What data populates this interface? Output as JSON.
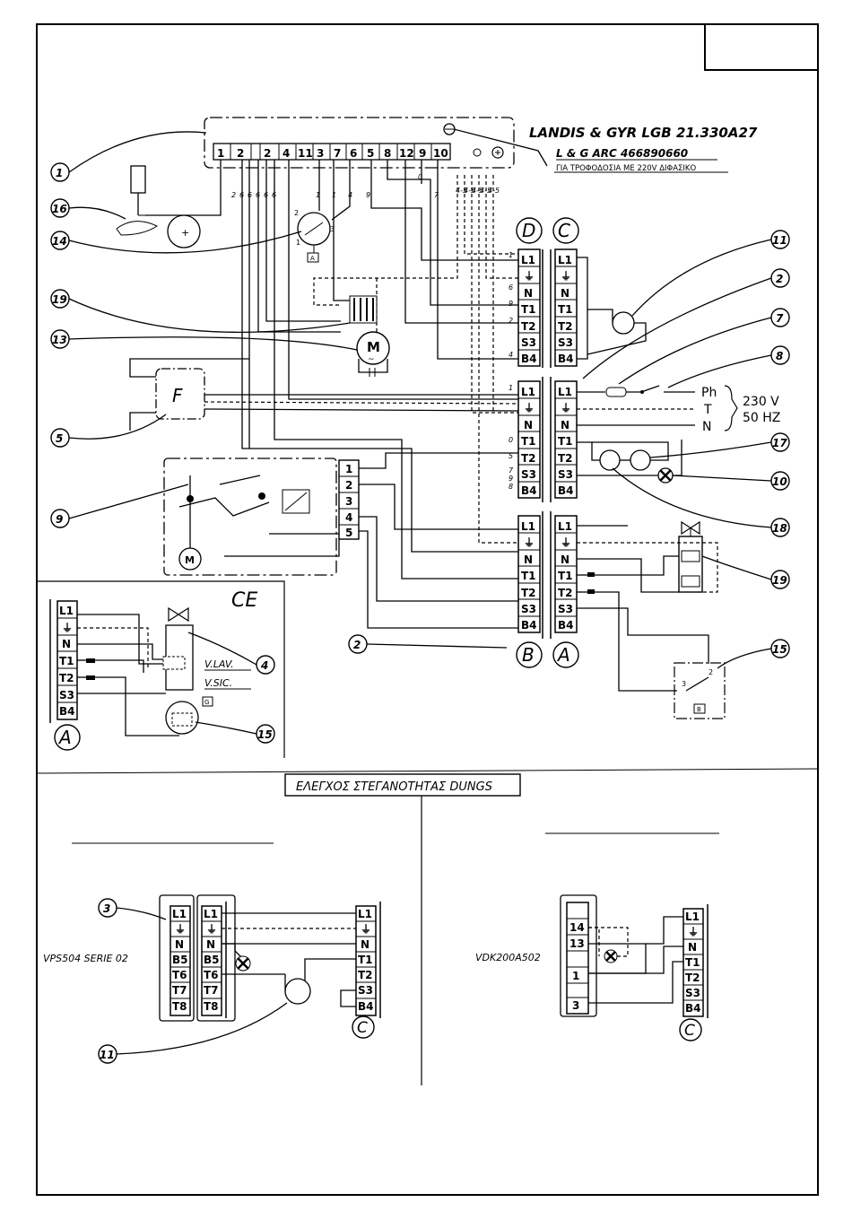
{
  "title_block": {
    "line1": "LANDIS & GYR LGB 21.330A27",
    "line2": "L & G ARC 466890660",
    "line3": "ΓΙΑ ΤΡΟΦΟΔΟΣΙΑ ΜΕ 220V ΔΙΦΑΣΙΚΟ"
  },
  "control_box_terminals": [
    "1",
    "2",
    "2",
    "4",
    "11",
    "3",
    "7",
    "6",
    "5",
    "8",
    "12",
    "9",
    "10"
  ],
  "terminal_rows": [
    "L1",
    "⏚",
    "N",
    "T1",
    "T2",
    "S3",
    "B4"
  ],
  "connector_labels": {
    "A": "A",
    "B": "B",
    "C": "C",
    "D": "D"
  },
  "switch_terminals": [
    "1",
    "2",
    "3",
    "4",
    "5"
  ],
  "power": {
    "ph": "Ph",
    "t": "T",
    "n": "N",
    "voltage": "230 V",
    "freq": "50 HZ"
  },
  "f_label": "F",
  "motor_label": "M",
  "ce_panel": {
    "title": "CE",
    "v_lav": "V.LAV.",
    "v_sic": "V.SIC."
  },
  "dungs_section": {
    "header": "ΕΛΕΓΧΟΣ ΣΤΕΓΑΝΟΤΗΤΑΣ DUNGS",
    "left_label": "VPS504 SERIE 02",
    "right_label": "VDK200A502",
    "vps_rows": [
      "L1",
      "⏚",
      "N",
      "B5",
      "T6",
      "T7",
      "T8"
    ],
    "vdk_rows": [
      "14",
      "13",
      "1",
      "3"
    ]
  },
  "callouts": [
    "1",
    "16",
    "14",
    "19",
    "13",
    "5",
    "9",
    "11",
    "2",
    "7",
    "8",
    "17",
    "10",
    "18",
    "19",
    "15",
    "4",
    "15",
    "2",
    "3",
    "11"
  ],
  "wire_numbers": [
    "2",
    "6",
    "6",
    "6",
    "6",
    "6",
    "1",
    "1",
    "4",
    "9",
    "0",
    "7",
    "4-5",
    "4-5",
    "4-5",
    "4-5",
    "4-5",
    "1",
    "6",
    "9",
    "2",
    "4",
    "0",
    "1",
    "5",
    "7",
    "8",
    "9"
  ]
}
